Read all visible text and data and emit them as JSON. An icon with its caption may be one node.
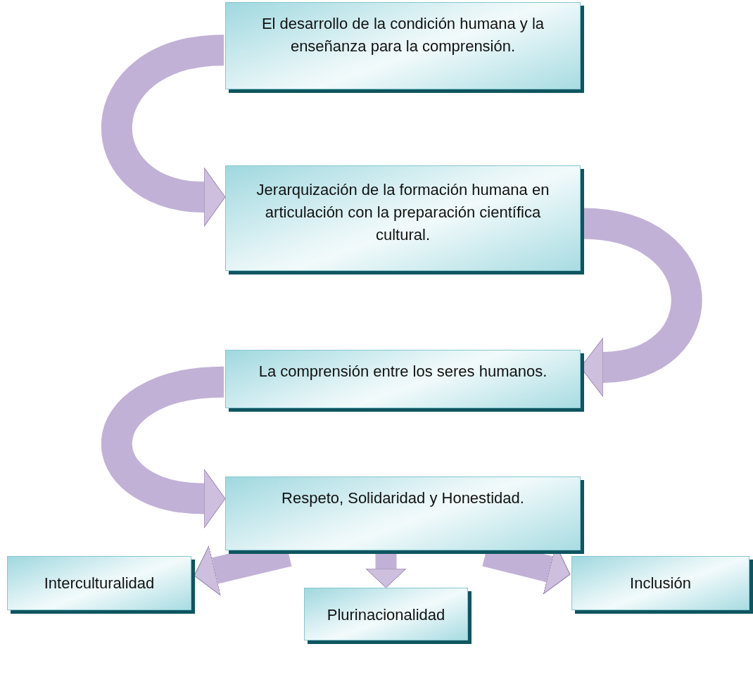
{
  "diagram": {
    "nodes": [
      {
        "text": [
          "El desarrollo de la condición humana y la enseñanza para la comprensión."
        ]
      },
      {
        "text": [
          "Jerarquización de la formación humana en articulación con la preparación científica cultural."
        ]
      },
      {
        "text": [
          "La comprensión entre los seres humanos."
        ]
      },
      {
        "text": [
          "Respeto, Solidaridad y Honestidad."
        ]
      },
      {
        "text": [
          "Interculturalidad"
        ]
      },
      {
        "text": [
          "Plurinacionalidad"
        ]
      },
      {
        "text": [
          "Inclusión"
        ]
      }
    ],
    "edges": [
      {
        "from": 0,
        "to": 1,
        "arrow": "to"
      },
      {
        "from": 1,
        "to": 2,
        "arrow": "to"
      },
      {
        "from": 2,
        "to": 3,
        "arrow": "to"
      },
      {
        "from": 3,
        "to": 4,
        "arrow": "to"
      },
      {
        "from": 3,
        "to": 5,
        "arrow": "to"
      },
      {
        "from": 3,
        "to": 6,
        "arrow": "to"
      }
    ]
  }
}
